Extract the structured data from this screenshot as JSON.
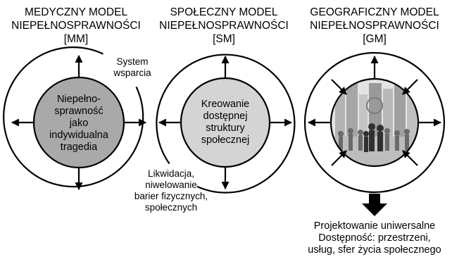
{
  "models": [
    {
      "id": "mm",
      "title": [
        "MEDYCZNY MODEL",
        "NIEPEŁNOSPRAWNOŚCI",
        "[MM]"
      ],
      "center_text": [
        "Niepełno-",
        "sprawność",
        "jako",
        "indywidualna",
        "tragedia"
      ],
      "center_fill": "#a9a9a9",
      "annotation": [
        "System",
        "wsparcia"
      ]
    },
    {
      "id": "sm",
      "title": [
        "SPOŁECZNY MODEL",
        "NIEPEŁNOSPRAWNOŚCI",
        "[SM]"
      ],
      "center_text": [
        "Kreowanie",
        "dostępnej",
        "struktury",
        "społecznej"
      ],
      "center_fill": "#d4d4d4",
      "annotation": [
        "Likwidacja,",
        "niwelowanie",
        "barier fizycznych,",
        "społecznych"
      ]
    },
    {
      "id": "gm",
      "title": [
        "GEOGRAFICZNY MODEL",
        "NIEPEŁNOSPRAWNOŚCI",
        "[GM]"
      ],
      "center_image": "city-crowd-photo",
      "bottom_text": [
        "Projektowanie uniwersalne",
        "Dostępność: przestrzeni,",
        "usług, sfer życia społecznego"
      ]
    }
  ],
  "colors": {
    "stroke": "#000000",
    "mm_fill": "#a9a9a9",
    "sm_fill": "#d4d4d4",
    "photo_bg": "#e4e4e4"
  }
}
